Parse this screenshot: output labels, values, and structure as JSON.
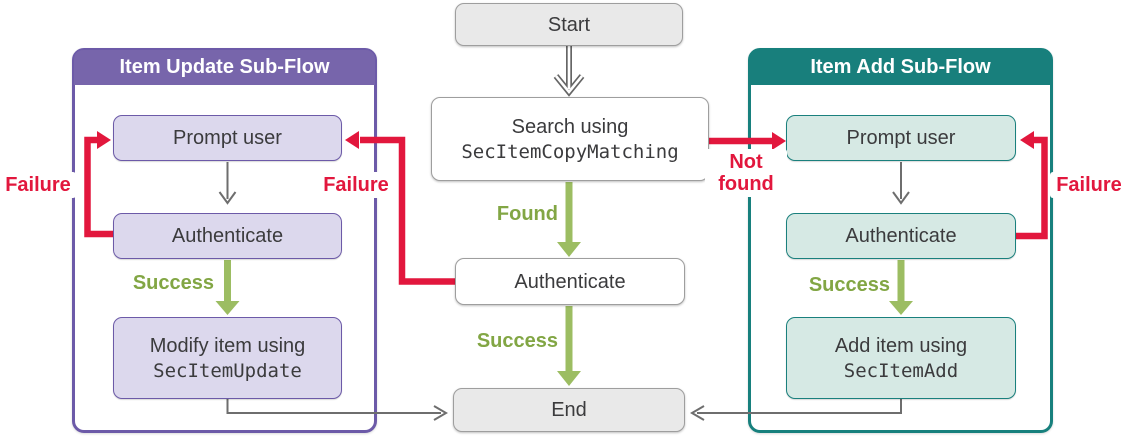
{
  "colors": {
    "purple_border": "#6c5aa8",
    "purple_header_bg": "#7765ab",
    "purple_box_bg": "#dcd8ed",
    "teal_border": "#17807d",
    "teal_header_bg": "#187f7c",
    "teal_box_bg": "#d6e9e4",
    "red": "#e2173d",
    "green_arrow": "#9cbd62",
    "green_label": "#82a644",
    "gray_box_bg": "#e9e9e9",
    "box_border": "#9e9e9e",
    "connector_gray": "#6e6e6e",
    "text": "#3b3b3d"
  },
  "nodes": {
    "start": {
      "label": "Start"
    },
    "search": {
      "line1": "Search using",
      "code": "SecItemCopyMatching"
    },
    "auth_center": {
      "label": "Authenticate"
    },
    "end": {
      "label": "End"
    },
    "update_panel": {
      "title": "Item Update Sub-Flow",
      "prompt": "Prompt user",
      "auth": "Authenticate",
      "action_line1": "Modify item using",
      "action_code": "SecItemUpdate"
    },
    "add_panel": {
      "title": "Item Add Sub-Flow",
      "prompt": "Prompt user",
      "auth": "Authenticate",
      "action_line1": "Add item using",
      "action_code": "SecItemAdd"
    }
  },
  "edge_labels": {
    "found": "Found",
    "not_found": "Not found",
    "success_center": "Success",
    "success_update": "Success",
    "success_add": "Success",
    "failure_outer_left": "Failure",
    "failure_inner_left": "Failure",
    "failure_right": "Failure"
  }
}
